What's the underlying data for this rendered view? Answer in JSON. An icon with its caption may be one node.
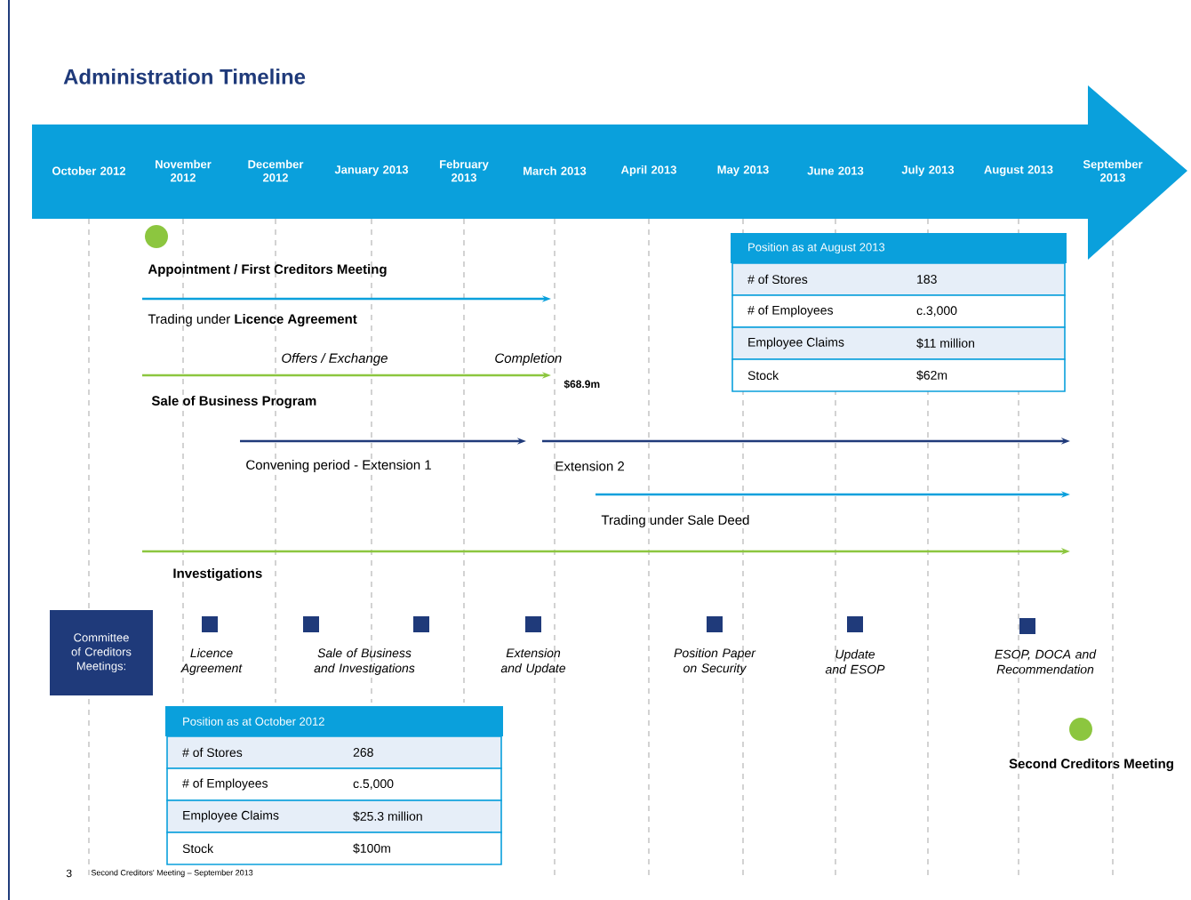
{
  "diagram": {
    "title": "Administration Timeline",
    "nodes": [
      {
        "text": [
          "October 2012",
          "November 2012",
          "December 2012",
          "January 2013",
          "February 2013",
          "March 2013",
          "April 2013",
          "May 2013",
          "June 2013",
          "July 2013",
          "August 2013",
          "September 2013"
        ]
      },
      {
        "text": [],
        "shape": "circle"
      },
      {
        "text": [
          "Position as at August 2013",
          "# of Stores",
          "183",
          "# of Employees",
          "c.3,000",
          "Employee Claims",
          "$11 million",
          "Stock",
          "$62m"
        ]
      },
      {
        "text": [
          "Committee of Creditors Meetings:"
        ]
      },
      {
        "text": [],
        "shape": "box",
        "beside": [
          "Licence Agreement"
        ]
      },
      {
        "text": [],
        "shape": "box",
        "beside": [
          "Sale of Business and Investigations"
        ]
      },
      {
        "text": [],
        "shape": "box"
      },
      {
        "text": [],
        "shape": "box",
        "beside": [
          "Extension and Update"
        ]
      },
      {
        "text": [],
        "shape": "box",
        "beside": [
          "Position Paper on Security"
        ]
      },
      {
        "text": [],
        "shape": "box",
        "beside": [
          "Update and ESOP"
        ]
      },
      {
        "text": [],
        "shape": "box",
        "beside": [
          "ESOP, DOCA and Recommendation"
        ]
      },
      {
        "text": [
          "Position as at October 2012",
          "# of Stores",
          "268",
          "# of Employees",
          "c.5,000",
          "Employee Claims",
          "$25.3 million",
          "Stock",
          "$100m"
        ]
      },
      {
        "text": [],
        "shape": "circle",
        "beside": [
          "Second Creditors Meeting"
        ]
      }
    ],
    "labels": [
      "Appointment / First Creditors Meeting",
      "Trading under **Licence Agreement**",
      "Offers / Exchange",
      "Completion",
      "$68.9m",
      "Sale of Business Program",
      "Convening period - Extension 1",
      "Extension 2",
      "Trading under Sale Deed",
      "Investigations",
      "3",
      "Second Creditors' Meeting – September 2013"
    ]
  }
}
